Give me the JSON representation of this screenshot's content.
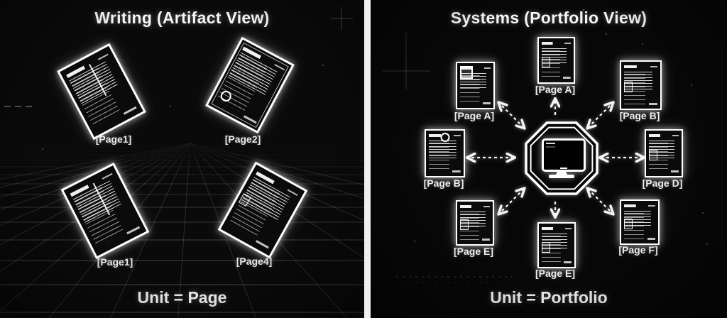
{
  "left_panel": {
    "title": "Writing (Artifact View)",
    "caption": "Unit = Page",
    "scene": "four glowing tilted document pages floating over a perspective wireframe grid floor",
    "pages": [
      {
        "label": "[Page1]",
        "position": "top-left"
      },
      {
        "label": "[Page2]",
        "position": "top-right"
      },
      {
        "label": "[Page1]",
        "position": "bottom-left"
      },
      {
        "label": "[Page4]",
        "position": "bottom-right"
      }
    ]
  },
  "right_panel": {
    "title": "Systems (Portfolio View)",
    "caption": "Unit = Portfolio",
    "hub_icon": "computer-monitor-icon",
    "hub_shape": "double-outlined octagon",
    "pages": [
      {
        "label": "[Page A]",
        "position": "top"
      },
      {
        "label": "[Page A]",
        "position": "upper-left"
      },
      {
        "label": "[Page B]",
        "position": "upper-right"
      },
      {
        "label": "[Page B]",
        "position": "left"
      },
      {
        "label": "[Page D]",
        "position": "right"
      },
      {
        "label": "[Page E]",
        "position": "lower-left"
      },
      {
        "label": "[Page E]",
        "position": "bottom"
      },
      {
        "label": "[Page F]",
        "position": "lower-right"
      }
    ],
    "connections": {
      "style": "dashed",
      "bidirectional": [
        "upper-left",
        "upper-right",
        "left",
        "right",
        "lower-left",
        "lower-right"
      ],
      "outward_only": [
        "top",
        "bottom"
      ]
    }
  },
  "colors": {
    "background": "#070707",
    "foreground": "#f5f5f5",
    "divider": "#efefef",
    "grid_line": "#9a9a9a",
    "glow": "#ffffff"
  }
}
